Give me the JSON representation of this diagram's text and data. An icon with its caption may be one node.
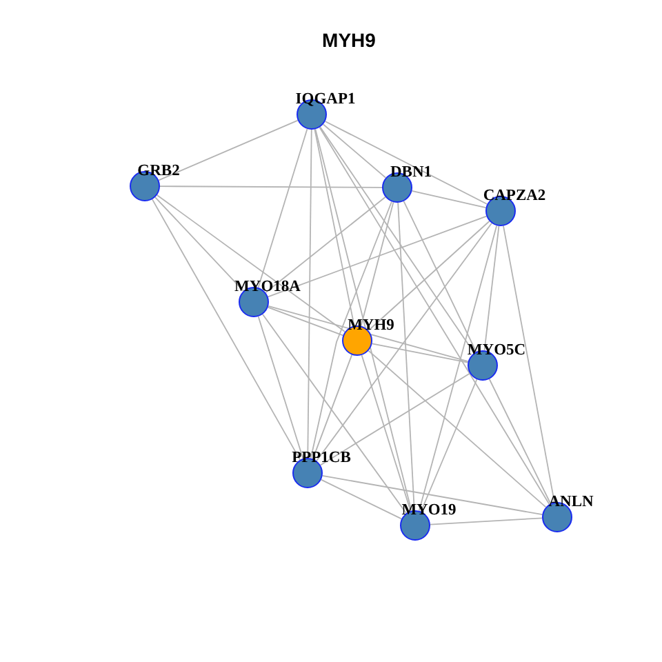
{
  "diagram": {
    "title": "MYH9",
    "nodes": [
      {
        "text": [
          "IQGAP1"
        ]
      },
      {
        "text": [
          "GRB2"
        ]
      },
      {
        "text": [
          "DBN1"
        ]
      },
      {
        "text": [
          "CAPZA2"
        ]
      },
      {
        "text": [
          "MYO18A"
        ]
      },
      {
        "text": [
          "MYH9"
        ]
      },
      {
        "text": [
          "MYO5C"
        ]
      },
      {
        "text": [
          "PPP1CB"
        ]
      },
      {
        "text": [
          "ANLN"
        ]
      },
      {
        "text": [
          "MYO19"
        ]
      }
    ],
    "edges": [
      {
        "from": 0,
        "to": 1,
        "arrow": "none"
      },
      {
        "from": 0,
        "to": 2,
        "arrow": "none"
      },
      {
        "from": 0,
        "to": 3,
        "arrow": "none"
      },
      {
        "from": 0,
        "to": 4,
        "arrow": "none"
      },
      {
        "from": 0,
        "to": 5,
        "arrow": "none"
      },
      {
        "from": 0,
        "to": 7,
        "arrow": "none"
      },
      {
        "from": 0,
        "to": 9,
        "arrow": "none"
      },
      {
        "from": 0,
        "to": 6,
        "arrow": "none"
      },
      {
        "from": 0,
        "to": 8,
        "arrow": "none"
      },
      {
        "from": 1,
        "to": 2,
        "arrow": "none"
      },
      {
        "from": 1,
        "to": 4,
        "arrow": "none"
      },
      {
        "from": 1,
        "to": 5,
        "arrow": "none"
      },
      {
        "from": 1,
        "to": 7,
        "arrow": "none"
      },
      {
        "from": 2,
        "to": 3,
        "arrow": "none"
      },
      {
        "from": 2,
        "to": 4,
        "arrow": "none"
      },
      {
        "from": 2,
        "to": 5,
        "arrow": "none"
      },
      {
        "from": 2,
        "to": 7,
        "arrow": "none"
      },
      {
        "from": 2,
        "to": 9,
        "arrow": "none"
      },
      {
        "from": 2,
        "to": 6,
        "arrow": "none"
      },
      {
        "from": 6,
        "to": 8,
        "arrow": "none"
      },
      {
        "from": 3,
        "to": 4,
        "arrow": "none"
      },
      {
        "from": 3,
        "to": 5,
        "arrow": "none"
      },
      {
        "from": 3,
        "to": 7,
        "arrow": "none"
      },
      {
        "from": 3,
        "to": 9,
        "arrow": "none"
      },
      {
        "from": 3,
        "to": 6,
        "arrow": "none"
      },
      {
        "from": 3,
        "to": 8,
        "arrow": "none"
      },
      {
        "from": 4,
        "to": 5,
        "arrow": "none"
      },
      {
        "from": 4,
        "to": 6,
        "arrow": "none"
      },
      {
        "from": 4,
        "to": 7,
        "arrow": "none"
      },
      {
        "from": 4,
        "to": 9,
        "arrow": "none"
      },
      {
        "from": 5,
        "to": 6,
        "arrow": "none"
      },
      {
        "from": 5,
        "to": 7,
        "arrow": "none"
      },
      {
        "from": 5,
        "to": 9,
        "arrow": "none"
      },
      {
        "from": 5,
        "to": 8,
        "arrow": "none"
      },
      {
        "from": 6,
        "to": 7,
        "arrow": "none"
      },
      {
        "from": 6,
        "to": 9,
        "arrow": "none"
      },
      {
        "from": 7,
        "to": 9,
        "arrow": "none"
      },
      {
        "from": 7,
        "to": 8,
        "arrow": "none"
      },
      {
        "from": 9,
        "to": 8,
        "arrow": "none"
      }
    ]
  }
}
